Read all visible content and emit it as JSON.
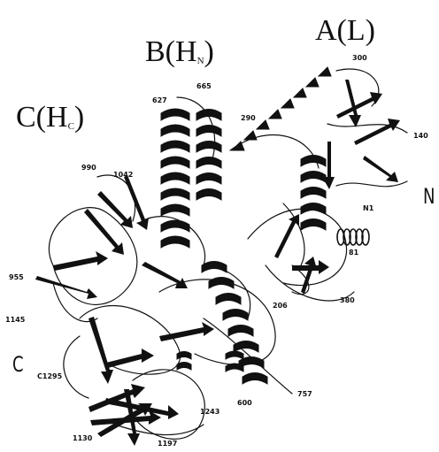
{
  "domains": {
    "a": {
      "main": "A(L",
      "sub": "",
      "close": ")"
    },
    "b": {
      "main": "B(H",
      "sub": "N",
      "close": ")"
    },
    "c": {
      "main": "C(H",
      "sub": "C",
      "close": ")"
    }
  },
  "termini": {
    "n": "N",
    "c": "C"
  },
  "residues": {
    "r300": "300",
    "r140": "140",
    "rN1": "N1",
    "r81": "81",
    "r380": "380",
    "r206": "206",
    "r290": "290",
    "r665": "665",
    "r627": "627",
    "r990": "990",
    "r1042": "1042",
    "r955": "955",
    "r1145": "1145",
    "rC1295": "C1295",
    "r1130": "1130",
    "r1197": "1197",
    "r1243": "1243",
    "r600": "600",
    "r757": "757"
  },
  "colors": {
    "ink": "#111111",
    "background": "#ffffff"
  }
}
